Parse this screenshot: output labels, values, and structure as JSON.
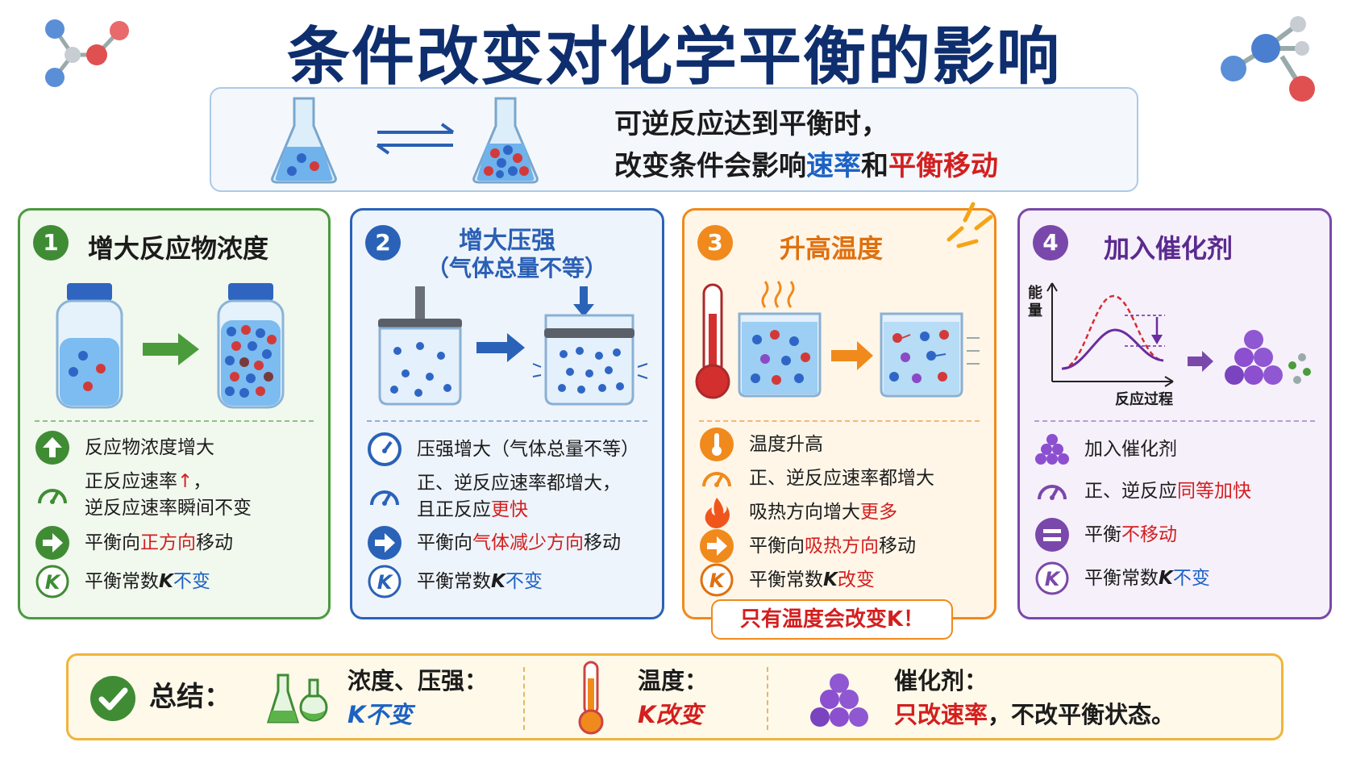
{
  "title": "条件改变对化学平衡的影响",
  "intro": {
    "line1": "可逆反应达到平衡时，",
    "line2_pre": "改变条件会影响",
    "line2_rate": "速率",
    "line2_and": "和",
    "line2_shift": "平衡移动"
  },
  "cards": [
    {
      "num": "1",
      "title": "增大反应物浓度",
      "items": [
        {
          "parts": [
            "反应物浓度增大"
          ]
        },
        {
          "parts": [
            "正反应速率",
            "↑",
            "，"
          ],
          "line2": "逆反应速率瞬间不变"
        },
        {
          "parts": [
            "平衡向",
            "正方向",
            "移动"
          ]
        },
        {
          "parts": [
            "平衡常数",
            "K",
            "不变"
          ]
        }
      ]
    },
    {
      "num": "2",
      "title": "增大压强",
      "subtitle": "（气体总量不等）",
      "items": [
        {
          "parts": [
            "压强增大（气体总量不等）"
          ]
        },
        {
          "parts": [
            "正、逆反应速率都增大，"
          ],
          "line2_pre": "且正反应",
          "line2_red": "更快"
        },
        {
          "parts": [
            "平衡向",
            "气体减少方向",
            "移动"
          ]
        },
        {
          "parts": [
            "平衡常数",
            "K",
            "不变"
          ]
        }
      ]
    },
    {
      "num": "3",
      "title": "升高温度",
      "items": [
        {
          "parts": [
            "温度升高"
          ]
        },
        {
          "parts": [
            "正、逆反应速率都增大"
          ]
        },
        {
          "parts": [
            "吸热方向增大",
            "更多"
          ]
        },
        {
          "parts": [
            "平衡向",
            "吸热方向",
            "移动"
          ]
        },
        {
          "parts": [
            "平衡常数",
            "K",
            "改变"
          ]
        }
      ],
      "note": "只有温度会改变K！"
    },
    {
      "num": "4",
      "title": "加入催化剂",
      "graph": {
        "ylabel": "能量",
        "xlabel": "反应过程"
      },
      "items": [
        {
          "parts": [
            "加入催化剂"
          ]
        },
        {
          "parts": [
            "正、逆反应",
            "同等加快"
          ]
        },
        {
          "parts": [
            "平衡",
            "不移动"
          ]
        },
        {
          "parts": [
            "平衡常数",
            "K",
            "不变"
          ]
        }
      ]
    }
  ],
  "summary": {
    "label": "总结：",
    "col1_title": "浓度、压强：",
    "col1_value": "K不变",
    "col2_title": "温度：",
    "col2_value": "K改变",
    "col3_title": "催化剂：",
    "col3_value_red": "只改速率",
    "col3_value_rest": "，不改平衡状态。"
  },
  "colors": {
    "title": "#0e2e6e",
    "green": "#4b9a3e",
    "blue": "#2a62b8",
    "orange": "#f08a1c",
    "purple": "#7a48aa",
    "red": "#d31f1f"
  }
}
